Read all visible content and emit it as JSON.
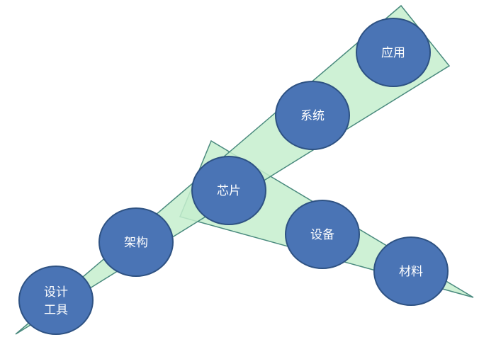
{
  "diagram": {
    "colors": {
      "wedge_fill": "#c6efce",
      "wedge_stroke": "#4a8a7e",
      "node_fill": "#4a74b5",
      "node_stroke": "#2e5283",
      "label_color": "#ffffff"
    },
    "nodes": {
      "design_tools": {
        "line1": "设计",
        "line2": "工具"
      },
      "architecture": {
        "label": "架构"
      },
      "chip": {
        "label": "芯片"
      },
      "system": {
        "label": "系统"
      },
      "application": {
        "label": "应用"
      },
      "equipment": {
        "label": "设备"
      },
      "materials": {
        "label": "材料"
      }
    }
  }
}
